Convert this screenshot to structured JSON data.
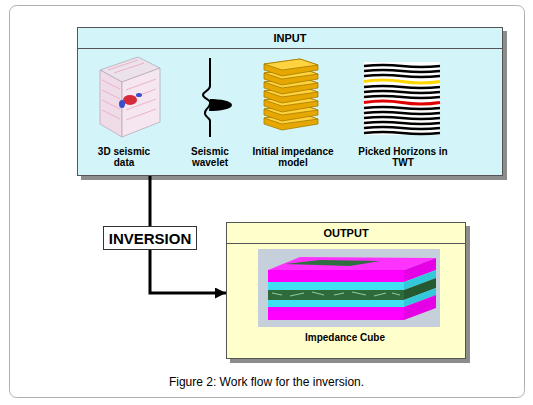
{
  "diagram": {
    "caption": "Figure 2: Work flow for the inversion.",
    "nodes": [
      {
        "text": [
          "INPUT"
        ]
      },
      {
        "text": [
          "INVERSION"
        ]
      },
      {
        "text": [
          "OUTPUT"
        ]
      }
    ],
    "edges": [
      {
        "from": 0,
        "to": 1,
        "arrow": "none"
      },
      {
        "from": 1,
        "to": 2,
        "arrow": "to"
      }
    ],
    "labels": [
      "3D seismic data",
      "Seismic wavelet",
      "Initial impedance model",
      "Picked Horizons in TWT",
      "Impedance Cube"
    ]
  }
}
